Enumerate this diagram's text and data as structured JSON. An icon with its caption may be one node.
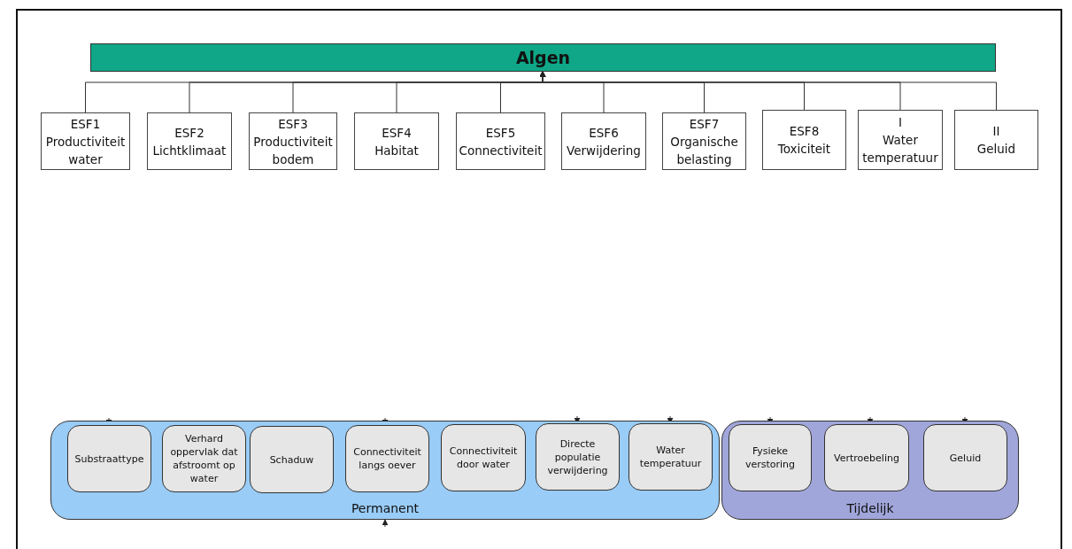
{
  "diagram": {
    "nodes": [
      {
        "text": [
          "Algen"
        ]
      },
      {
        "text": [
          "ESF1",
          "Productiviteit water"
        ]
      },
      {
        "text": [
          "ESF2",
          "Lichtklimaat"
        ]
      },
      {
        "text": [
          "ESF3",
          "Productiviteit bodem"
        ]
      },
      {
        "text": [
          "ESF4",
          "Habitat"
        ]
      },
      {
        "text": [
          "ESF5",
          "Connectiviteit"
        ]
      },
      {
        "text": [
          "ESF6",
          "Verwijdering"
        ]
      },
      {
        "text": [
          "ESF7",
          "Organische belasting"
        ]
      },
      {
        "text": [
          "ESF8",
          "Toxiciteit"
        ]
      },
      {
        "text": [
          "I",
          "Water temperatuur"
        ]
      },
      {
        "text": [
          "II",
          "Geluid"
        ]
      },
      {
        "text": [
          "Permanent"
        ]
      },
      {
        "text": [
          "Substraattype"
        ],
        "in": 11
      },
      {
        "text": [
          "Verhard oppervlak dat afstroomt op water"
        ],
        "in": 11
      },
      {
        "text": [
          "Schaduw"
        ],
        "in": 11
      },
      {
        "text": [
          "Connectiviteit langs oever"
        ],
        "in": 11
      },
      {
        "text": [
          "Connectiviteit door water"
        ],
        "in": 11
      },
      {
        "text": [
          "Directe populatie verwijdering"
        ],
        "in": 11
      },
      {
        "text": [
          "Water temperatuur"
        ],
        "in": 11
      },
      {
        "text": [
          "Tijdelijk"
        ]
      },
      {
        "text": [
          "Fysieke verstoring"
        ],
        "in": 19
      },
      {
        "text": [
          "Vertroebeling"
        ],
        "in": 19
      },
      {
        "text": [
          "Geluid"
        ],
        "in": 19
      }
    ],
    "edges": [
      {
        "from": 1,
        "to": 0,
        "arrow": "to"
      },
      {
        "from": 2,
        "to": 0,
        "arrow": "to"
      },
      {
        "from": 3,
        "to": 0,
        "arrow": "to"
      },
      {
        "from": 4,
        "to": 0,
        "arrow": "to"
      },
      {
        "from": 5,
        "to": 0,
        "arrow": "to"
      },
      {
        "from": 6,
        "to": 0,
        "arrow": "to"
      },
      {
        "from": 7,
        "to": 0,
        "arrow": "to"
      },
      {
        "from": 8,
        "to": 0,
        "arrow": "to"
      },
      {
        "from": 9,
        "to": 0,
        "arrow": "to"
      },
      {
        "from": 10,
        "to": 0,
        "arrow": "to"
      },
      {
        "from": null,
        "to": 12,
        "arrow": "to"
      },
      {
        "from": null,
        "to": 15,
        "arrow": "to"
      },
      {
        "from": null,
        "to": 17,
        "arrow": "to"
      },
      {
        "from": null,
        "to": 18,
        "arrow": "to"
      },
      {
        "from": null,
        "to": 20,
        "arrow": "to"
      },
      {
        "from": null,
        "to": 21,
        "arrow": "to"
      },
      {
        "from": null,
        "to": 22,
        "arrow": "to"
      },
      {
        "from": null,
        "to": 11,
        "arrow": "to"
      }
    ]
  }
}
